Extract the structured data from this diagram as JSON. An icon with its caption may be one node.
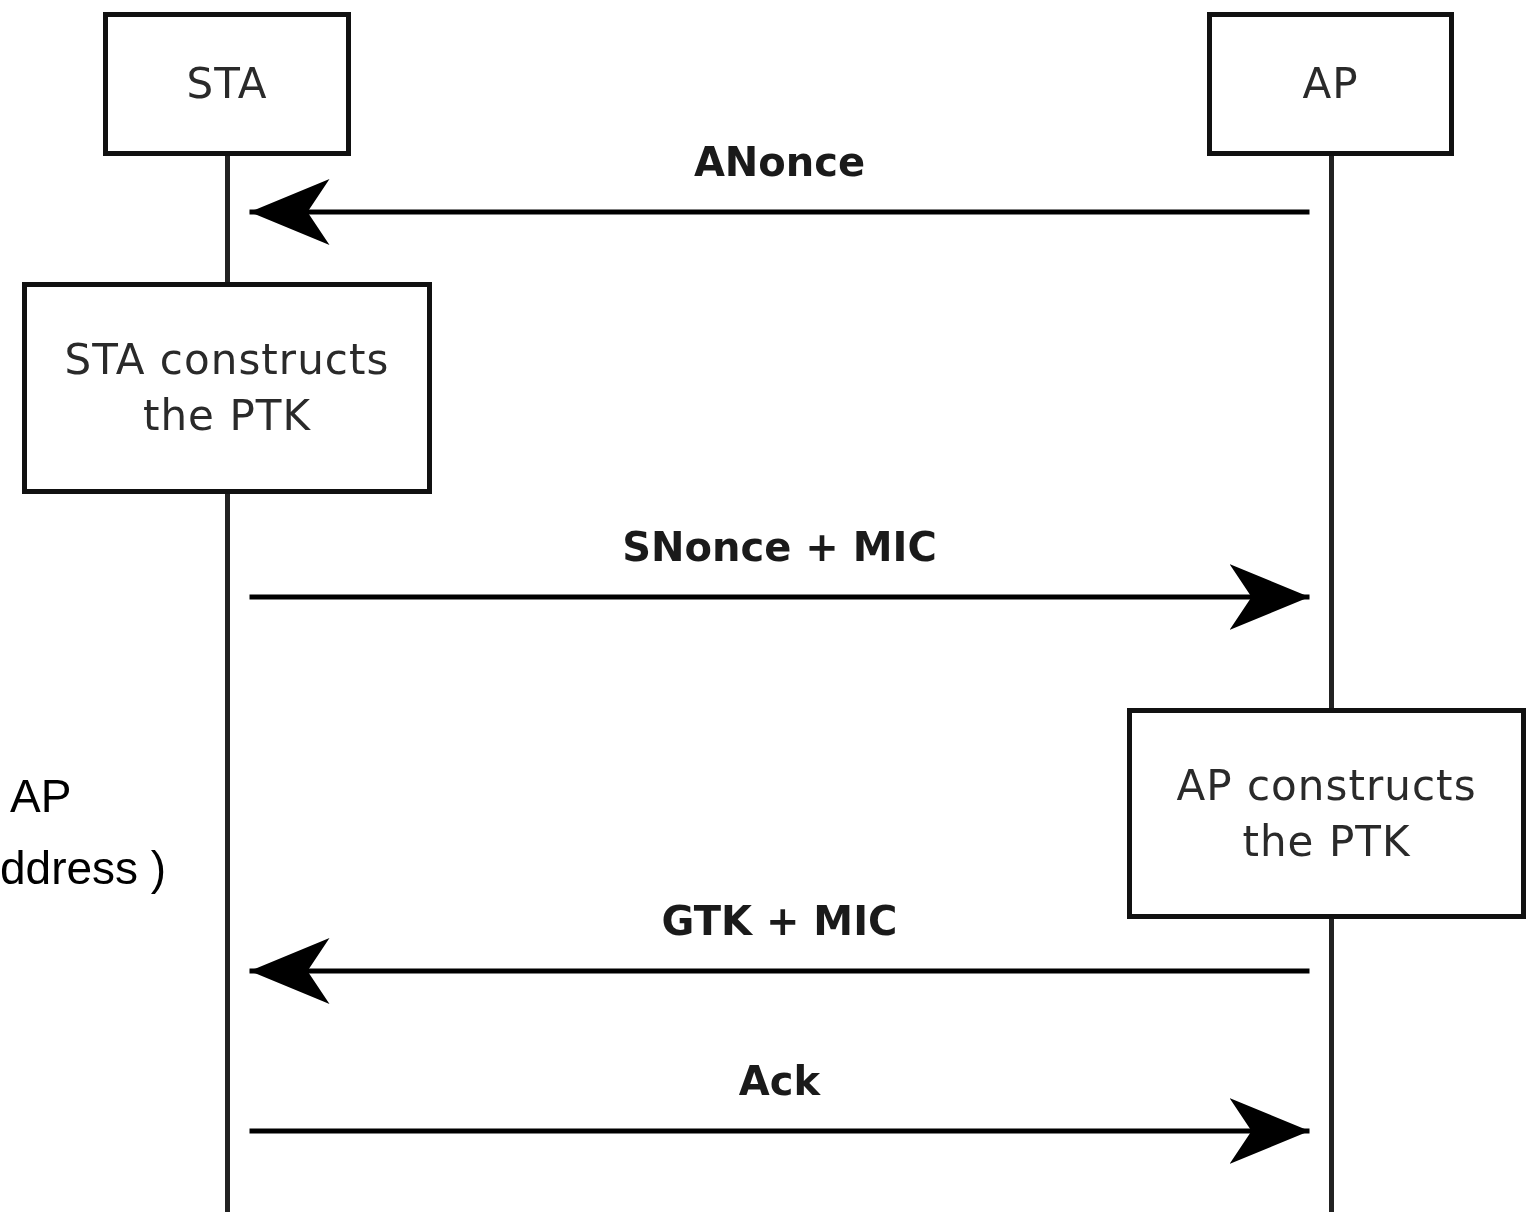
{
  "diagram": {
    "nodes": [
      {
        "text": [
          "STA"
        ]
      },
      {
        "text": [
          "AP"
        ]
      },
      {
        "text": [
          "STA constructs the PTK"
        ]
      },
      {
        "text": [
          "AP constructs the PTK"
        ]
      },
      {
        "text": [],
        "shape": "bar"
      },
      {
        "text": [],
        "shape": "bar"
      },
      {
        "text": [],
        "shape": "bar"
      },
      {
        "text": [],
        "shape": "bar"
      }
    ],
    "edges": [
      {
        "from": 6,
        "to": 4,
        "arrow": "to",
        "label": "ANonce"
      },
      {
        "from": 5,
        "to": 6,
        "arrow": "to",
        "label": "SNonce + MIC"
      },
      {
        "from": 7,
        "to": 5,
        "arrow": "to",
        "label": "GTK + MIC"
      },
      {
        "from": 5,
        "to": 7,
        "arrow": "to",
        "label": "Ack"
      }
    ],
    "labels": [
      "AP",
      "ddress )"
    ]
  }
}
